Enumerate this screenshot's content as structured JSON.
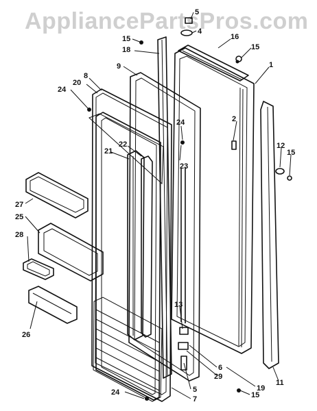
{
  "watermark": "AppliancePartsPros.com",
  "callouts": {
    "c5a": "5",
    "c4": "4",
    "c15a": "15",
    "c16": "16",
    "c15b": "15",
    "c18": "18",
    "c9": "9",
    "c1": "1",
    "c8": "8",
    "c20": "20",
    "c24a": "24",
    "c24b": "24",
    "c2": "2",
    "c22": "22",
    "c21": "21",
    "c23": "23",
    "c12": "12",
    "c15c": "15",
    "c27": "27",
    "c25": "25",
    "c28": "28",
    "c26": "26",
    "c13": "13",
    "c6": "6",
    "c29": "29",
    "c5b": "5",
    "c7": "7",
    "c24c": "24",
    "c19": "19",
    "c15d": "15",
    "c11": "11"
  }
}
